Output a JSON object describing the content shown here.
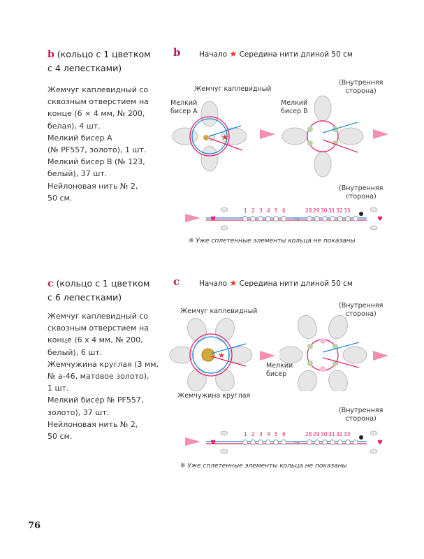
{
  "page_number": "76",
  "sections": {
    "b": {
      "letter": "b",
      "title_line1": "(кольцо с 1 цветком",
      "title_line2": "с 4 лепестками)",
      "materials": [
        "Жемчуг каплевидный со",
        "сквозным отверстием на",
        "конце (6 × 4 мм, № 200,",
        "белая), 4 шт.",
        "Мелкий бисер A",
        "(№ PF557, золото), 1 шт.",
        " Мелкий бисер B (№ 123,",
        "белый), 37 шт.",
        "Нейлоновая нить № 2,",
        "50 см."
      ],
      "diagram_letter": "b",
      "start_prefix": "Начало",
      "start_star": "★",
      "start_text": "Середина нити длиной 50 см",
      "label_pearl": "Жемчуг каплевидный",
      "label_small_line1": "Мелкий",
      "label_small_line2": "бисер A",
      "label_small_b_line1": "Мелкий",
      "label_small_b_line2": "бисер B",
      "inner_side_1_line1": "(Внутренняя",
      "inner_side_1_line2": "сторона)",
      "inner_side_2_line1": "(Внутренняя",
      "inner_side_2_line2": "сторона)",
      "strand_numbers": [
        "1",
        "2",
        "3",
        "4",
        "5",
        "6",
        "28",
        "29",
        "30",
        "31",
        "32",
        "33"
      ],
      "note": "❈ Уже сплетенные элементы кольца не показаны"
    },
    "c": {
      "letter": "c",
      "title_line1": "(кольцо с 1 цветком",
      "title_line2": "с 6 лепестками)",
      "materials": [
        "Жемчуг каплевидный со",
        "сквозным отверстием на",
        "конце (6 х 4 мм, № 200,",
        "белый), 6 шт.",
        "Жемчужина круглая (3 мм,",
        "№ а-46, матовое золото),",
        "1 шт.",
        "Мелкий бисер № PF557,",
        "золото), 37 шт.",
        "Нейлоновая нить № 2,",
        "50 см."
      ],
      "diagram_letter": "c",
      "start_prefix": "Начало",
      "start_star": "★",
      "start_text": "Середина нити длиной 50 см",
      "label_pearl": "Жемчуг каплевидный",
      "label_round": "Жемчужина круглая",
      "label_small_line1": "Мелкий",
      "label_small_line2": "бисер",
      "inner_side_1_line1": "(Внутренняя",
      "inner_side_1_line2": "сторона)",
      "inner_side_2_line1": "(Внутренняя",
      "inner_side_2_line2": "сторона)",
      "strand_numbers": [
        "1",
        "2",
        "3",
        "4",
        "5",
        "6",
        "28",
        "29",
        "30",
        "31",
        "32",
        "33"
      ],
      "note": "❈ Уже сплетенные элементы кольца не показаны"
    }
  },
  "colors": {
    "accent": "#c2185b",
    "pink_thread": "#e91e63",
    "blue_thread": "#1e88e5",
    "gold": "#d4a93c",
    "pearl": "#e6e6e6",
    "bead_green": "#b8d4a0",
    "star": "#e53935"
  }
}
